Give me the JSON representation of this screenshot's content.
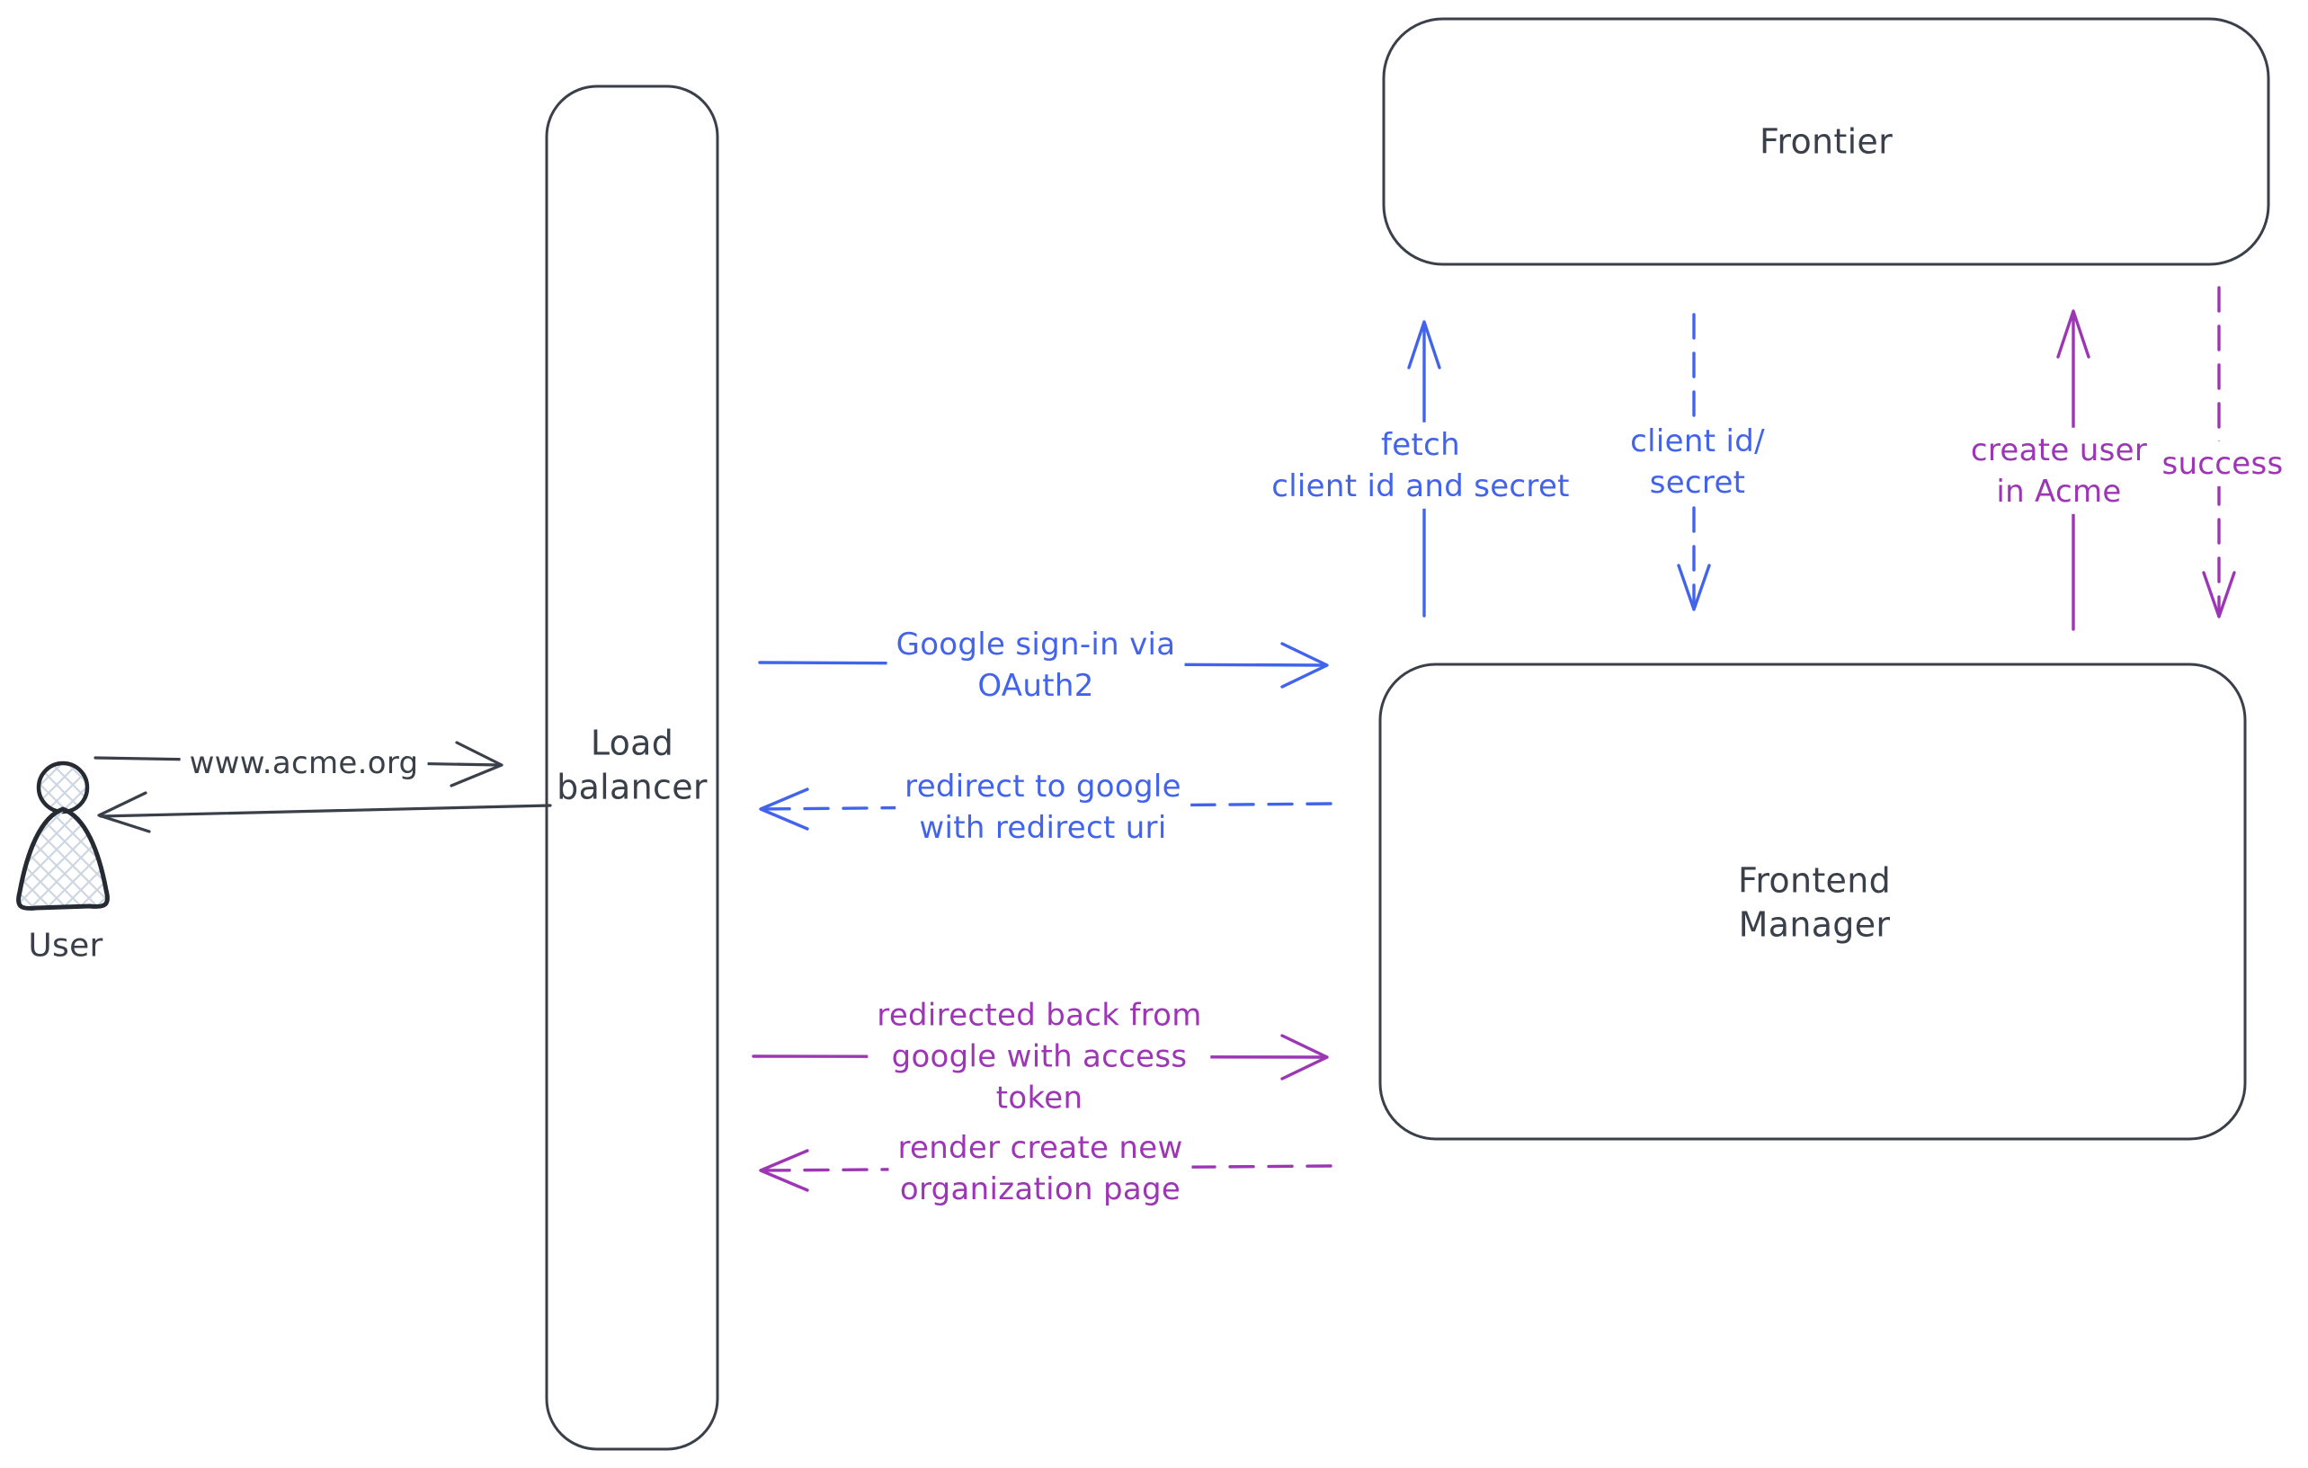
{
  "diagram": {
    "colors": {
      "ink": "#39404a",
      "blue": "#4263eb",
      "purple": "#9c36b5",
      "hatch": "#cdd6e1"
    },
    "nodes": {
      "user": {
        "label": "User"
      },
      "load_balancer": {
        "label": "Load\nbalancer"
      },
      "frontier": {
        "label": "Frontier"
      },
      "frontend_manager": {
        "label": "Frontend\nManager"
      }
    },
    "edges": {
      "www_acme": {
        "label": "www.acme.org",
        "style": "solid",
        "color": "ink",
        "direction": "user to load balancer"
      },
      "lb_response": {
        "label": "",
        "style": "solid",
        "color": "ink",
        "direction": "load balancer to user"
      },
      "google_signin": {
        "label": "Google sign-in via\nOAuth2",
        "style": "solid",
        "color": "blue",
        "direction": "load balancer to frontend manager"
      },
      "redirect_to_google": {
        "label": "redirect to google\nwith redirect uri",
        "style": "dashed",
        "color": "blue",
        "direction": "frontend manager to load balancer"
      },
      "redirected_back": {
        "label": "redirected back from\ngoogle with access\ntoken",
        "style": "solid",
        "color": "purple",
        "direction": "load balancer to frontend manager"
      },
      "render_create_org": {
        "label": "render create new\norganization page",
        "style": "dashed",
        "color": "purple",
        "direction": "frontend manager to load balancer"
      },
      "fetch_client_id": {
        "label": "fetch\nclient id and secret",
        "style": "solid",
        "color": "blue",
        "direction": "frontend manager to frontier"
      },
      "client_id_secret": {
        "label": "client id/\nsecret",
        "style": "dashed",
        "color": "blue",
        "direction": "frontier to frontend manager"
      },
      "create_user": {
        "label": "create user\nin Acme",
        "style": "solid",
        "color": "purple",
        "direction": "frontend manager to frontier"
      },
      "success": {
        "label": "success",
        "style": "dashed",
        "color": "purple",
        "direction": "frontier to frontend manager"
      }
    }
  }
}
